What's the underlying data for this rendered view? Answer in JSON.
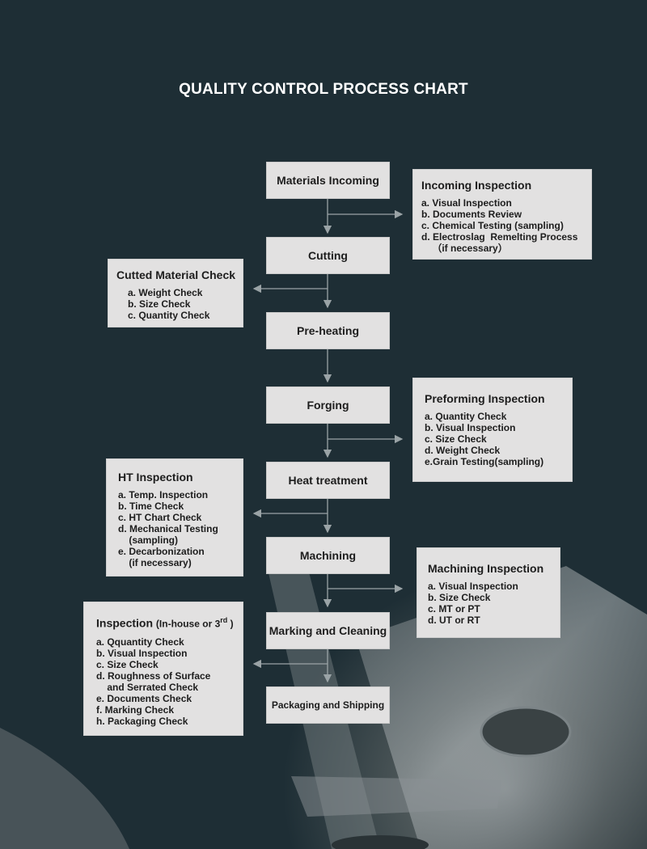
{
  "title": "QUALITY CONTROL PROCESS CHART",
  "steps": [
    "Materials Incoming",
    "Cutting",
    "Pre-heating",
    "Forging",
    "Heat treatment",
    "Machining",
    "Marking and Cleaning",
    "Packaging and Shipping"
  ],
  "inspections": {
    "incoming": {
      "title": "Incoming Inspection",
      "items": [
        "a. Visual Inspection",
        "b. Documents Review",
        "c. Chemical Testing (sampling)",
        "d. Electroslag  Remelting Process",
        "    （if necessary）"
      ]
    },
    "cutted": {
      "title": "Cutted Material Check",
      "items": [
        "a. Weight Check",
        "b. Size Check",
        "c. Quantity Check"
      ]
    },
    "preforming": {
      "title": "Preforming Inspection",
      "items": [
        "a. Quantity Check",
        "b. Visual Inspection",
        "c. Size Check",
        "d. Weight Check",
        "e.Grain Testing(sampling)"
      ]
    },
    "ht": {
      "title": "HT Inspection",
      "items": [
        "a. Temp. Inspection",
        "b. Time Check",
        "c. HT Chart Check",
        "d. Mechanical Testing",
        "    (sampling)",
        "e. Decarbonization",
        "    (if necessary)"
      ]
    },
    "machining": {
      "title": "Machining Inspection",
      "items": [
        "a. Visual Inspection",
        "b. Size Check",
        "c. MT or PT",
        "d. UT or RT"
      ]
    },
    "final": {
      "title": "Inspection",
      "subtitle": "(In-house or 3",
      "sup": "rd",
      "subtitle_end": " )",
      "items": [
        "a. Qquantity Check",
        "b. Visual Inspection",
        "c. Size Check",
        "d. Roughness of Surface",
        "    and Serrated Check",
        "e. Documents Check",
        "f. Marking Check",
        "h. Packaging Check"
      ]
    }
  },
  "colors": {
    "background": "#1e2e35",
    "box": "#e2e1e1",
    "connector": "#9aa3a6",
    "title_text": "#ffffff"
  }
}
